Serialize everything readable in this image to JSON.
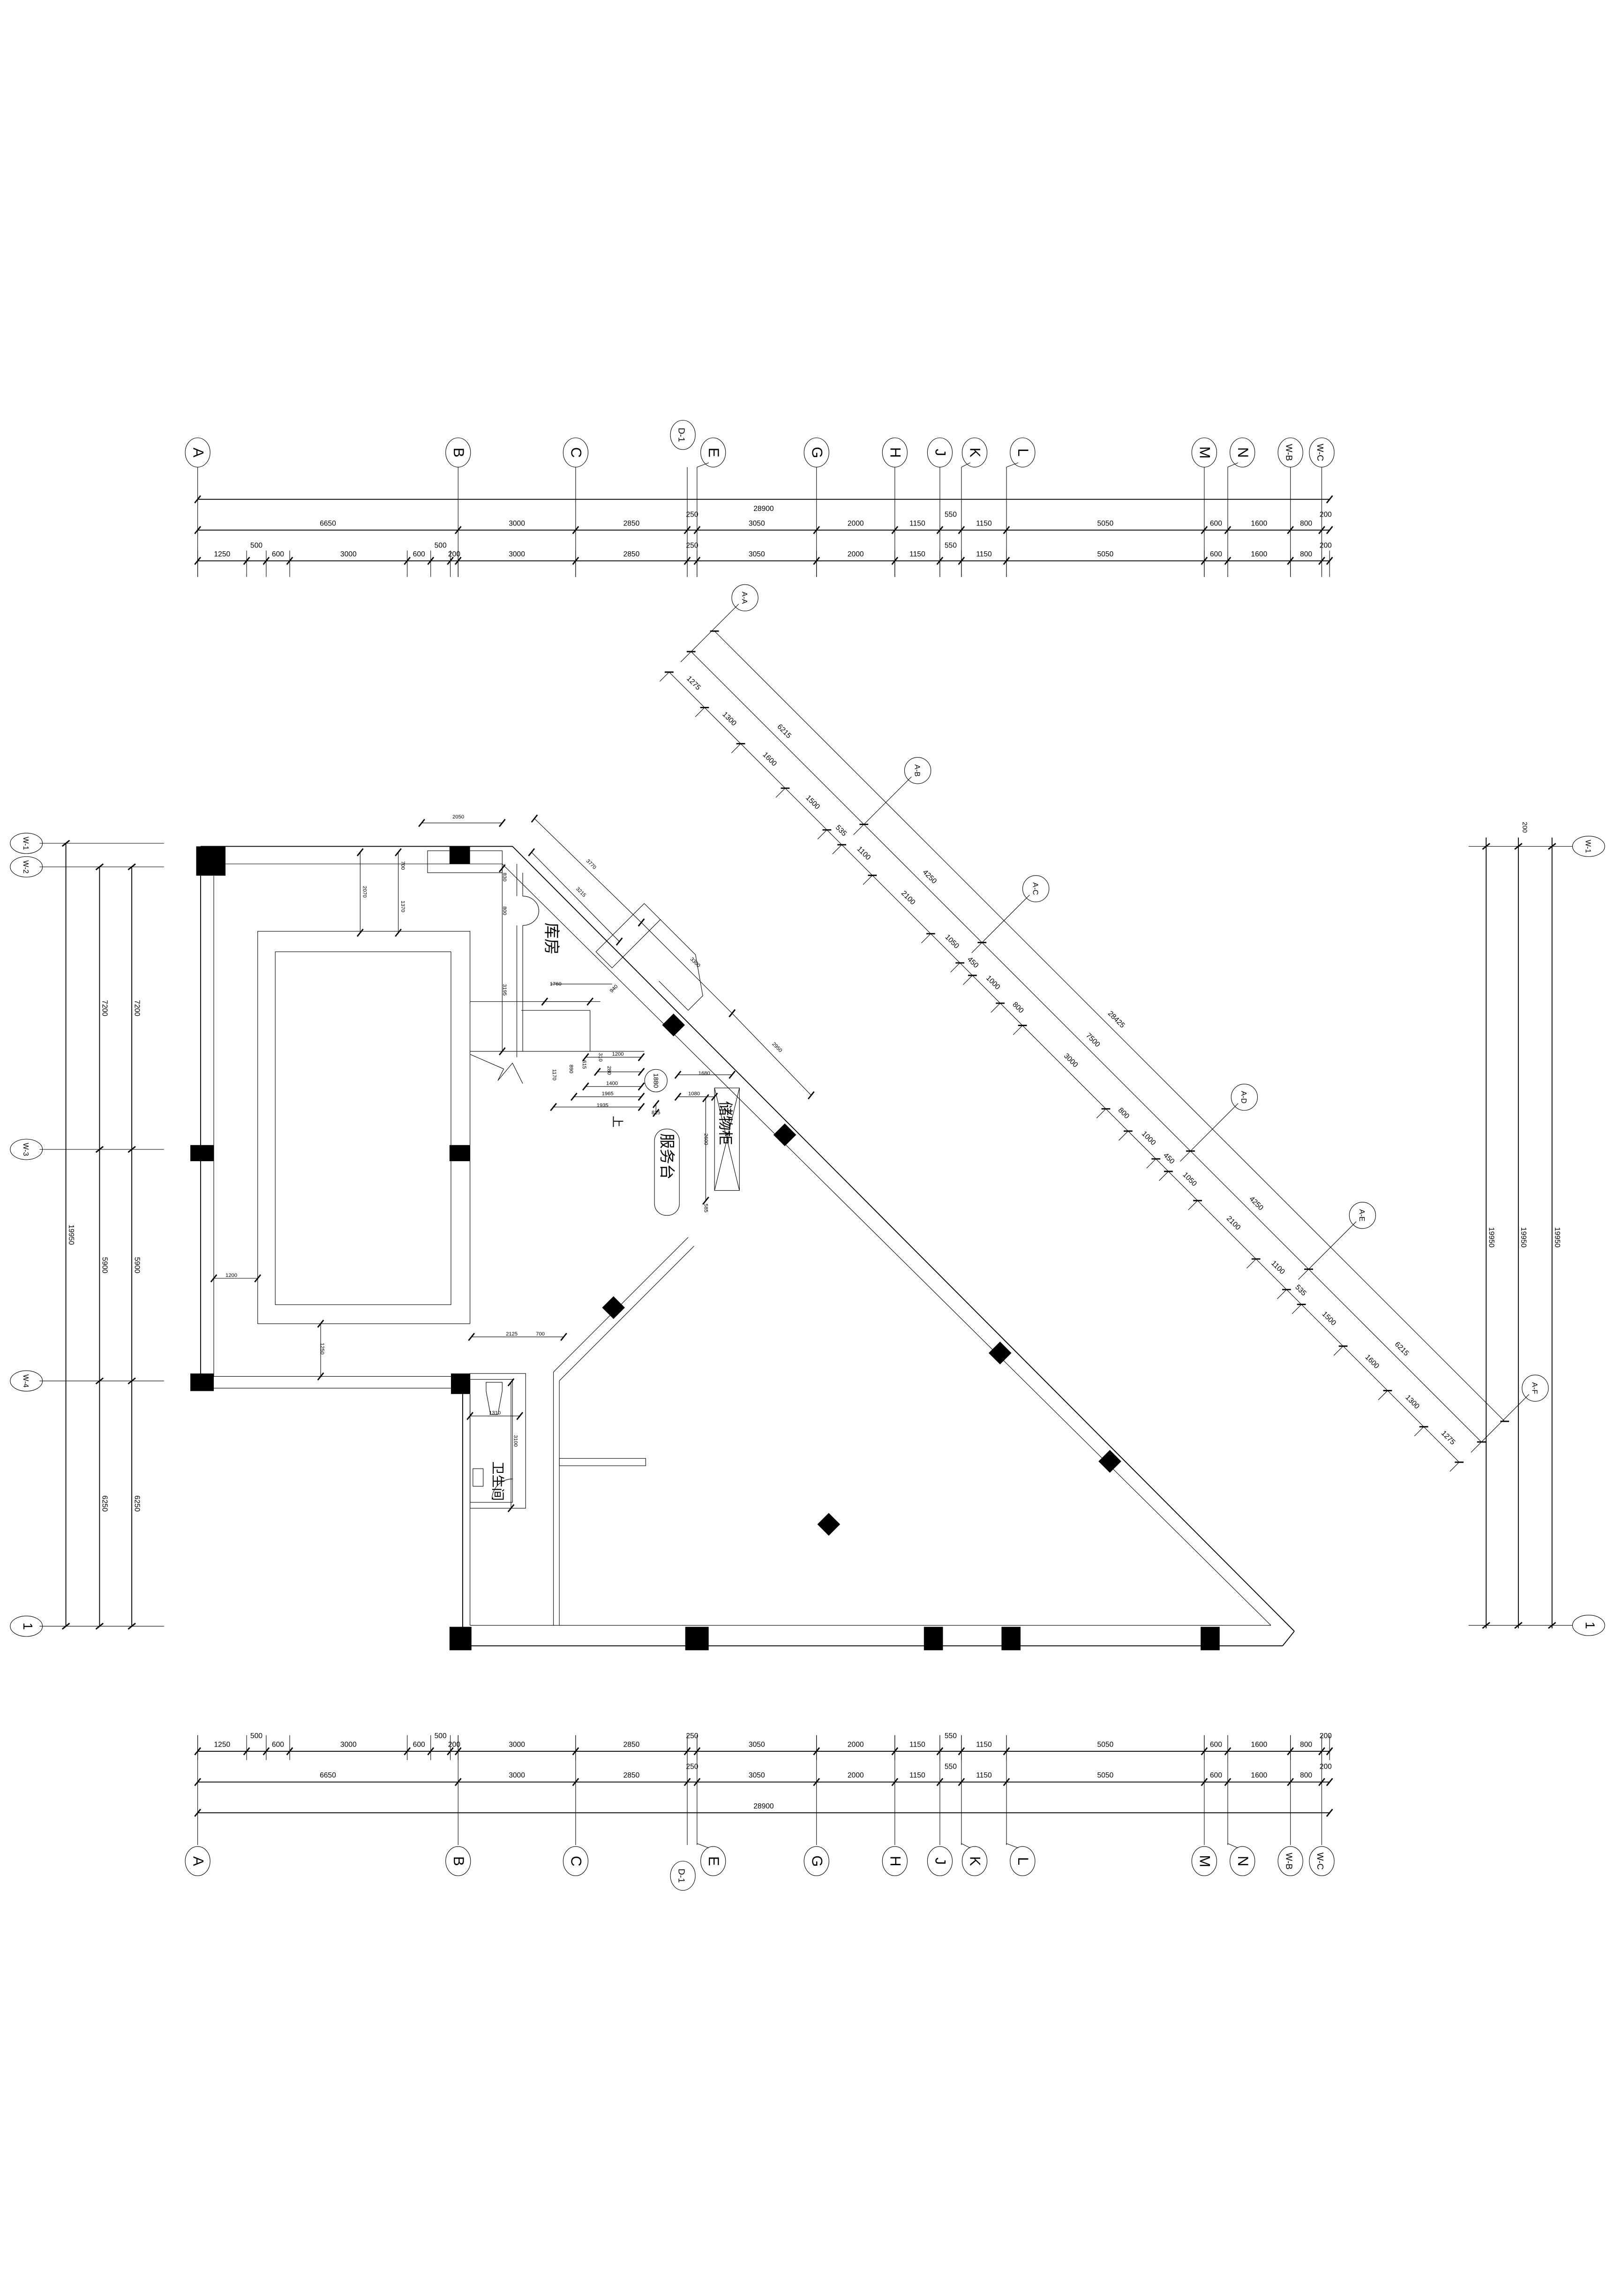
{
  "grid_labels": {
    "top": [
      "A",
      "B",
      "C",
      "D-1",
      "E",
      "G",
      "H",
      "J",
      "K",
      "L",
      "M",
      "N",
      "W-B",
      "W-C"
    ],
    "bottom": [
      "A",
      "B",
      "C",
      "D-1",
      "E",
      "G",
      "H",
      "J",
      "K",
      "L",
      "M",
      "N",
      "W-B",
      "W-C"
    ],
    "left": [
      "W-1",
      "W-2",
      "W-3",
      "W-4",
      "1"
    ],
    "right": [
      "W-1",
      "1"
    ],
    "diagonal": [
      "A-A",
      "A-B",
      "A-C",
      "A-D",
      "A-E",
      "A-F"
    ]
  },
  "dims": {
    "top": {
      "total": [
        "28900"
      ],
      "axes": [
        "6650",
        "3000",
        "2850",
        "250",
        "3050",
        "2000",
        "1150",
        "550",
        "1150",
        "5050",
        "600",
        "1600",
        "800",
        "200"
      ],
      "detail": [
        "1250",
        "500",
        "600",
        "3000",
        "600",
        "500",
        "200",
        "3000",
        "2850",
        "250",
        "3050",
        "2000",
        "1150",
        "550",
        "1150",
        "5050",
        "600",
        "1600",
        "800",
        "200"
      ]
    },
    "bottom": {
      "total": [
        "28900"
      ],
      "axes": [
        "6650",
        "3000",
        "2850",
        "250",
        "3050",
        "2000",
        "1150",
        "550",
        "1150",
        "5050",
        "600",
        "1600",
        "800",
        "200"
      ],
      "detail": [
        "1250",
        "500",
        "600",
        "3000",
        "600",
        "500",
        "200",
        "3000",
        "2850",
        "250",
        "3050",
        "2000",
        "1150",
        "550",
        "1150",
        "5050",
        "600",
        "1600",
        "800",
        "200"
      ]
    },
    "left": {
      "total": [
        "19950"
      ],
      "inner": [
        "7200",
        "5900",
        "6250"
      ],
      "outer": [
        "7200",
        "5900",
        "6250"
      ]
    },
    "right": {
      "lines": [
        "19950",
        "19950",
        "19950"
      ],
      "offset": "200"
    },
    "diagonal": {
      "total": [
        "28425"
      ],
      "axes": [
        "6215",
        "4250",
        "7500",
        "4250",
        "6215"
      ],
      "detail": [
        "1275",
        "1300",
        "1600",
        "1500",
        "535",
        "1100",
        "2100",
        "1050",
        "450",
        "1000",
        "800",
        "3000",
        "800",
        "1000",
        "450",
        "1050",
        "2100",
        "1100",
        "535",
        "1500",
        "1600",
        "1300",
        "1275"
      ]
    }
  },
  "rooms": {
    "storage": "库房",
    "cabinet": "储物柜",
    "service_desk": "服务台",
    "toilet": "卫生间",
    "stair_up": "上",
    "stair_circle": "1880"
  },
  "interior_dims": [
    "2050",
    "3770",
    "3215",
    "3300",
    "2950",
    "830",
    "800",
    "3195",
    "1760",
    "940",
    "310",
    "1200",
    "280",
    "615",
    "890",
    "1400",
    "1170",
    "1965",
    "1935",
    "815",
    "1680",
    "1080",
    "2600",
    "585",
    "2070",
    "700",
    "1370",
    "1250",
    "1200",
    "2125",
    "700",
    "1310",
    "3100"
  ]
}
